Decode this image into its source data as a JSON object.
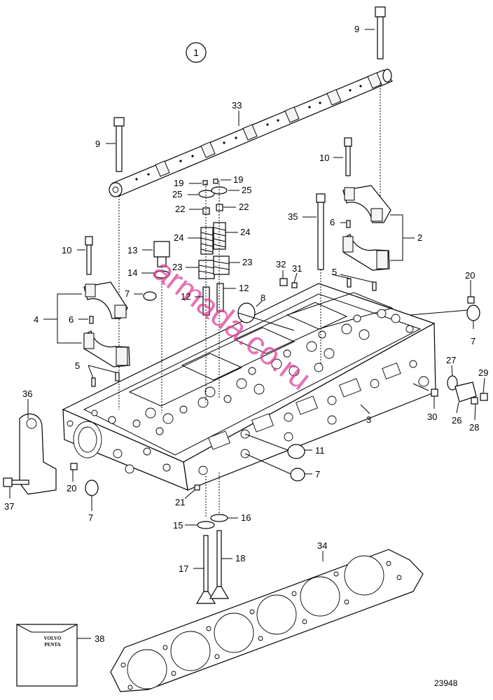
{
  "diagram": {
    "group_number": "1",
    "figure_number": "23948",
    "watermark": "armada.co.ru",
    "kit_box_text": [
      "VOLVO",
      "PENTA"
    ]
  },
  "labels": {
    "p1": "1",
    "p2": "2",
    "p3": "3",
    "p4": "4",
    "p5a": "5",
    "p5b": "5",
    "p6a": "6",
    "p6b": "6",
    "p7a": "7",
    "p7b": "7",
    "p7c": "7",
    "p7d": "7",
    "p8": "8",
    "p9a": "9",
    "p9b": "9",
    "p10a": "10",
    "p10b": "10",
    "p11": "11",
    "p12a": "12",
    "p12b": "12",
    "p13": "13",
    "p14": "14",
    "p15": "15",
    "p16": "16",
    "p17": "17",
    "p18": "18",
    "p19a": "19",
    "p19b": "19",
    "p20a": "20",
    "p20b": "20",
    "p21": "21",
    "p22a": "22",
    "p22b": "22",
    "p23a": "23",
    "p23b": "23",
    "p24a": "24",
    "p24b": "24",
    "p25a": "25",
    "p25b": "25",
    "p26": "26",
    "p27": "27",
    "p28": "28",
    "p29": "29",
    "p30": "30",
    "p31": "31",
    "p32": "32",
    "p33": "33",
    "p34": "34",
    "p35": "35",
    "p36": "36",
    "p37": "37",
    "p38": "38"
  }
}
